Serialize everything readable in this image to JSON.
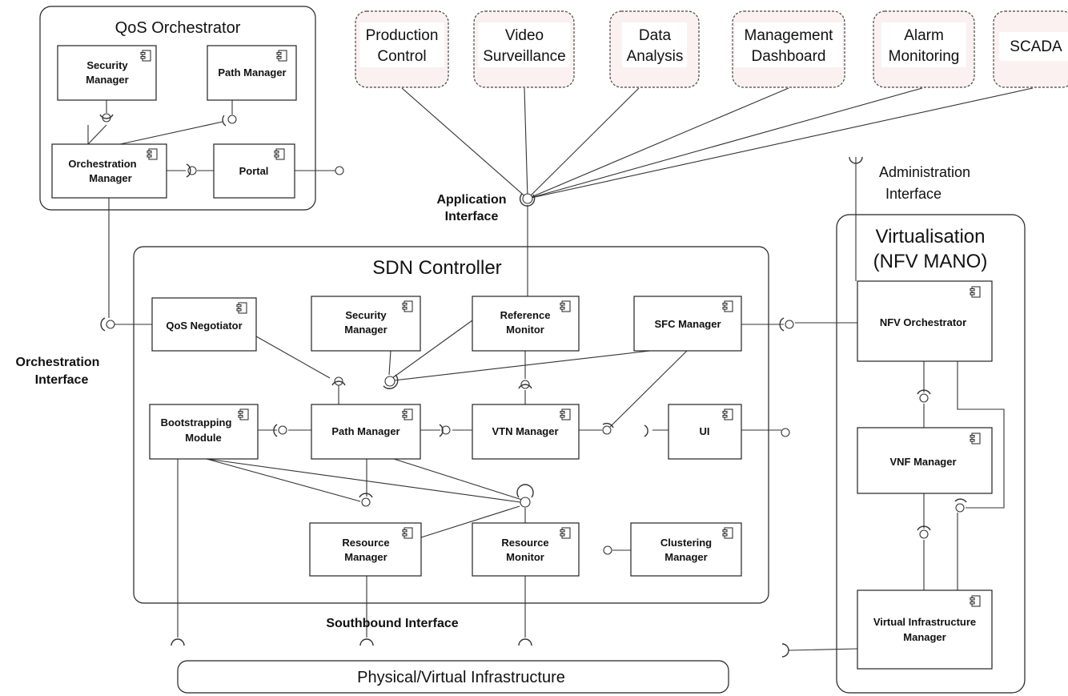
{
  "qos_orchestrator": {
    "title": "QoS Orchestrator",
    "security_manager": [
      "Security",
      "Manager"
    ],
    "path_manager": "Path Manager",
    "orchestration_manager": [
      "Orchestration",
      "Manager"
    ],
    "portal": "Portal"
  },
  "applications": [
    [
      "Production",
      "Control"
    ],
    [
      "Video",
      "Surveillance"
    ],
    [
      "Data",
      "Analysis"
    ],
    [
      "Management",
      "Dashboard"
    ],
    [
      "Alarm",
      "Monitoring"
    ],
    [
      "SCADA"
    ]
  ],
  "interfaces": {
    "application": [
      "Application",
      "Interface"
    ],
    "orchestration": [
      "Orchestration",
      "Interface"
    ],
    "administration": [
      "Administration",
      "Interface"
    ],
    "southbound": "Southbound Interface"
  },
  "sdn_controller": {
    "title": "SDN Controller",
    "qos_negotiator": "QoS Negotiator",
    "security_manager": [
      "Security",
      "Manager"
    ],
    "reference_monitor": [
      "Reference",
      "Monitor"
    ],
    "sfc_manager": "SFC Manager",
    "bootstrapping_module": [
      "Bootstrapping",
      "Module"
    ],
    "path_manager": "Path Manager",
    "vtn_manager": "VTN Manager",
    "ui": "UI",
    "resource_manager": [
      "Resource",
      "Manager"
    ],
    "resource_monitor": [
      "Resource",
      "Monitor"
    ],
    "clustering_manager": [
      "Clustering",
      "Manager"
    ]
  },
  "virtualisation": {
    "title": [
      "Virtualisation",
      "(NFV MANO)"
    ],
    "nfv_orchestrator": "NFV Orchestrator",
    "vnf_manager": "VNF Manager",
    "vim": [
      "Virtual Infrastructure",
      "Manager"
    ]
  },
  "infrastructure": "Physical/Virtual Infrastructure"
}
